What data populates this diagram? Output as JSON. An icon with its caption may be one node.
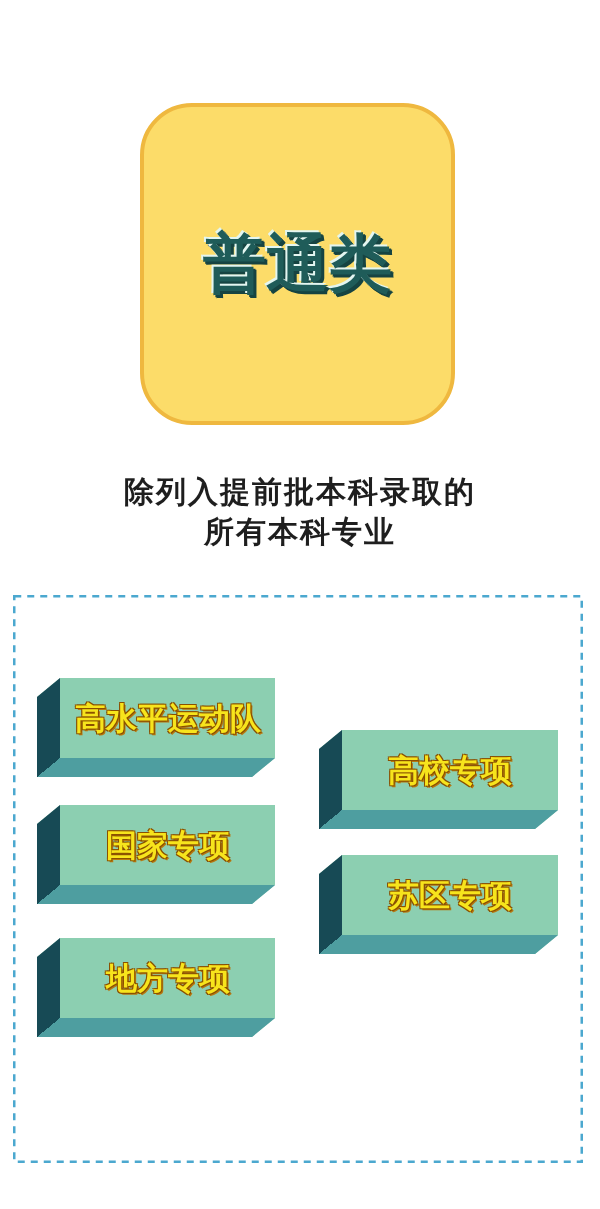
{
  "diagram": {
    "nodes": [
      {
        "text": [
          "普通类"
        ],
        "beside": [
          "除列入提前批本科录取的所有本科专业"
        ]
      },
      {
        "text": [],
        "shape": "box"
      },
      {
        "text": [
          "高水平运动队"
        ],
        "in": 1
      },
      {
        "text": [
          "国家专项"
        ],
        "in": 1
      },
      {
        "text": [
          "地方专项"
        ],
        "in": 1
      },
      {
        "text": [
          "高校专项"
        ],
        "in": 1
      },
      {
        "text": [
          "苏区专项"
        ],
        "in": 1
      }
    ]
  }
}
